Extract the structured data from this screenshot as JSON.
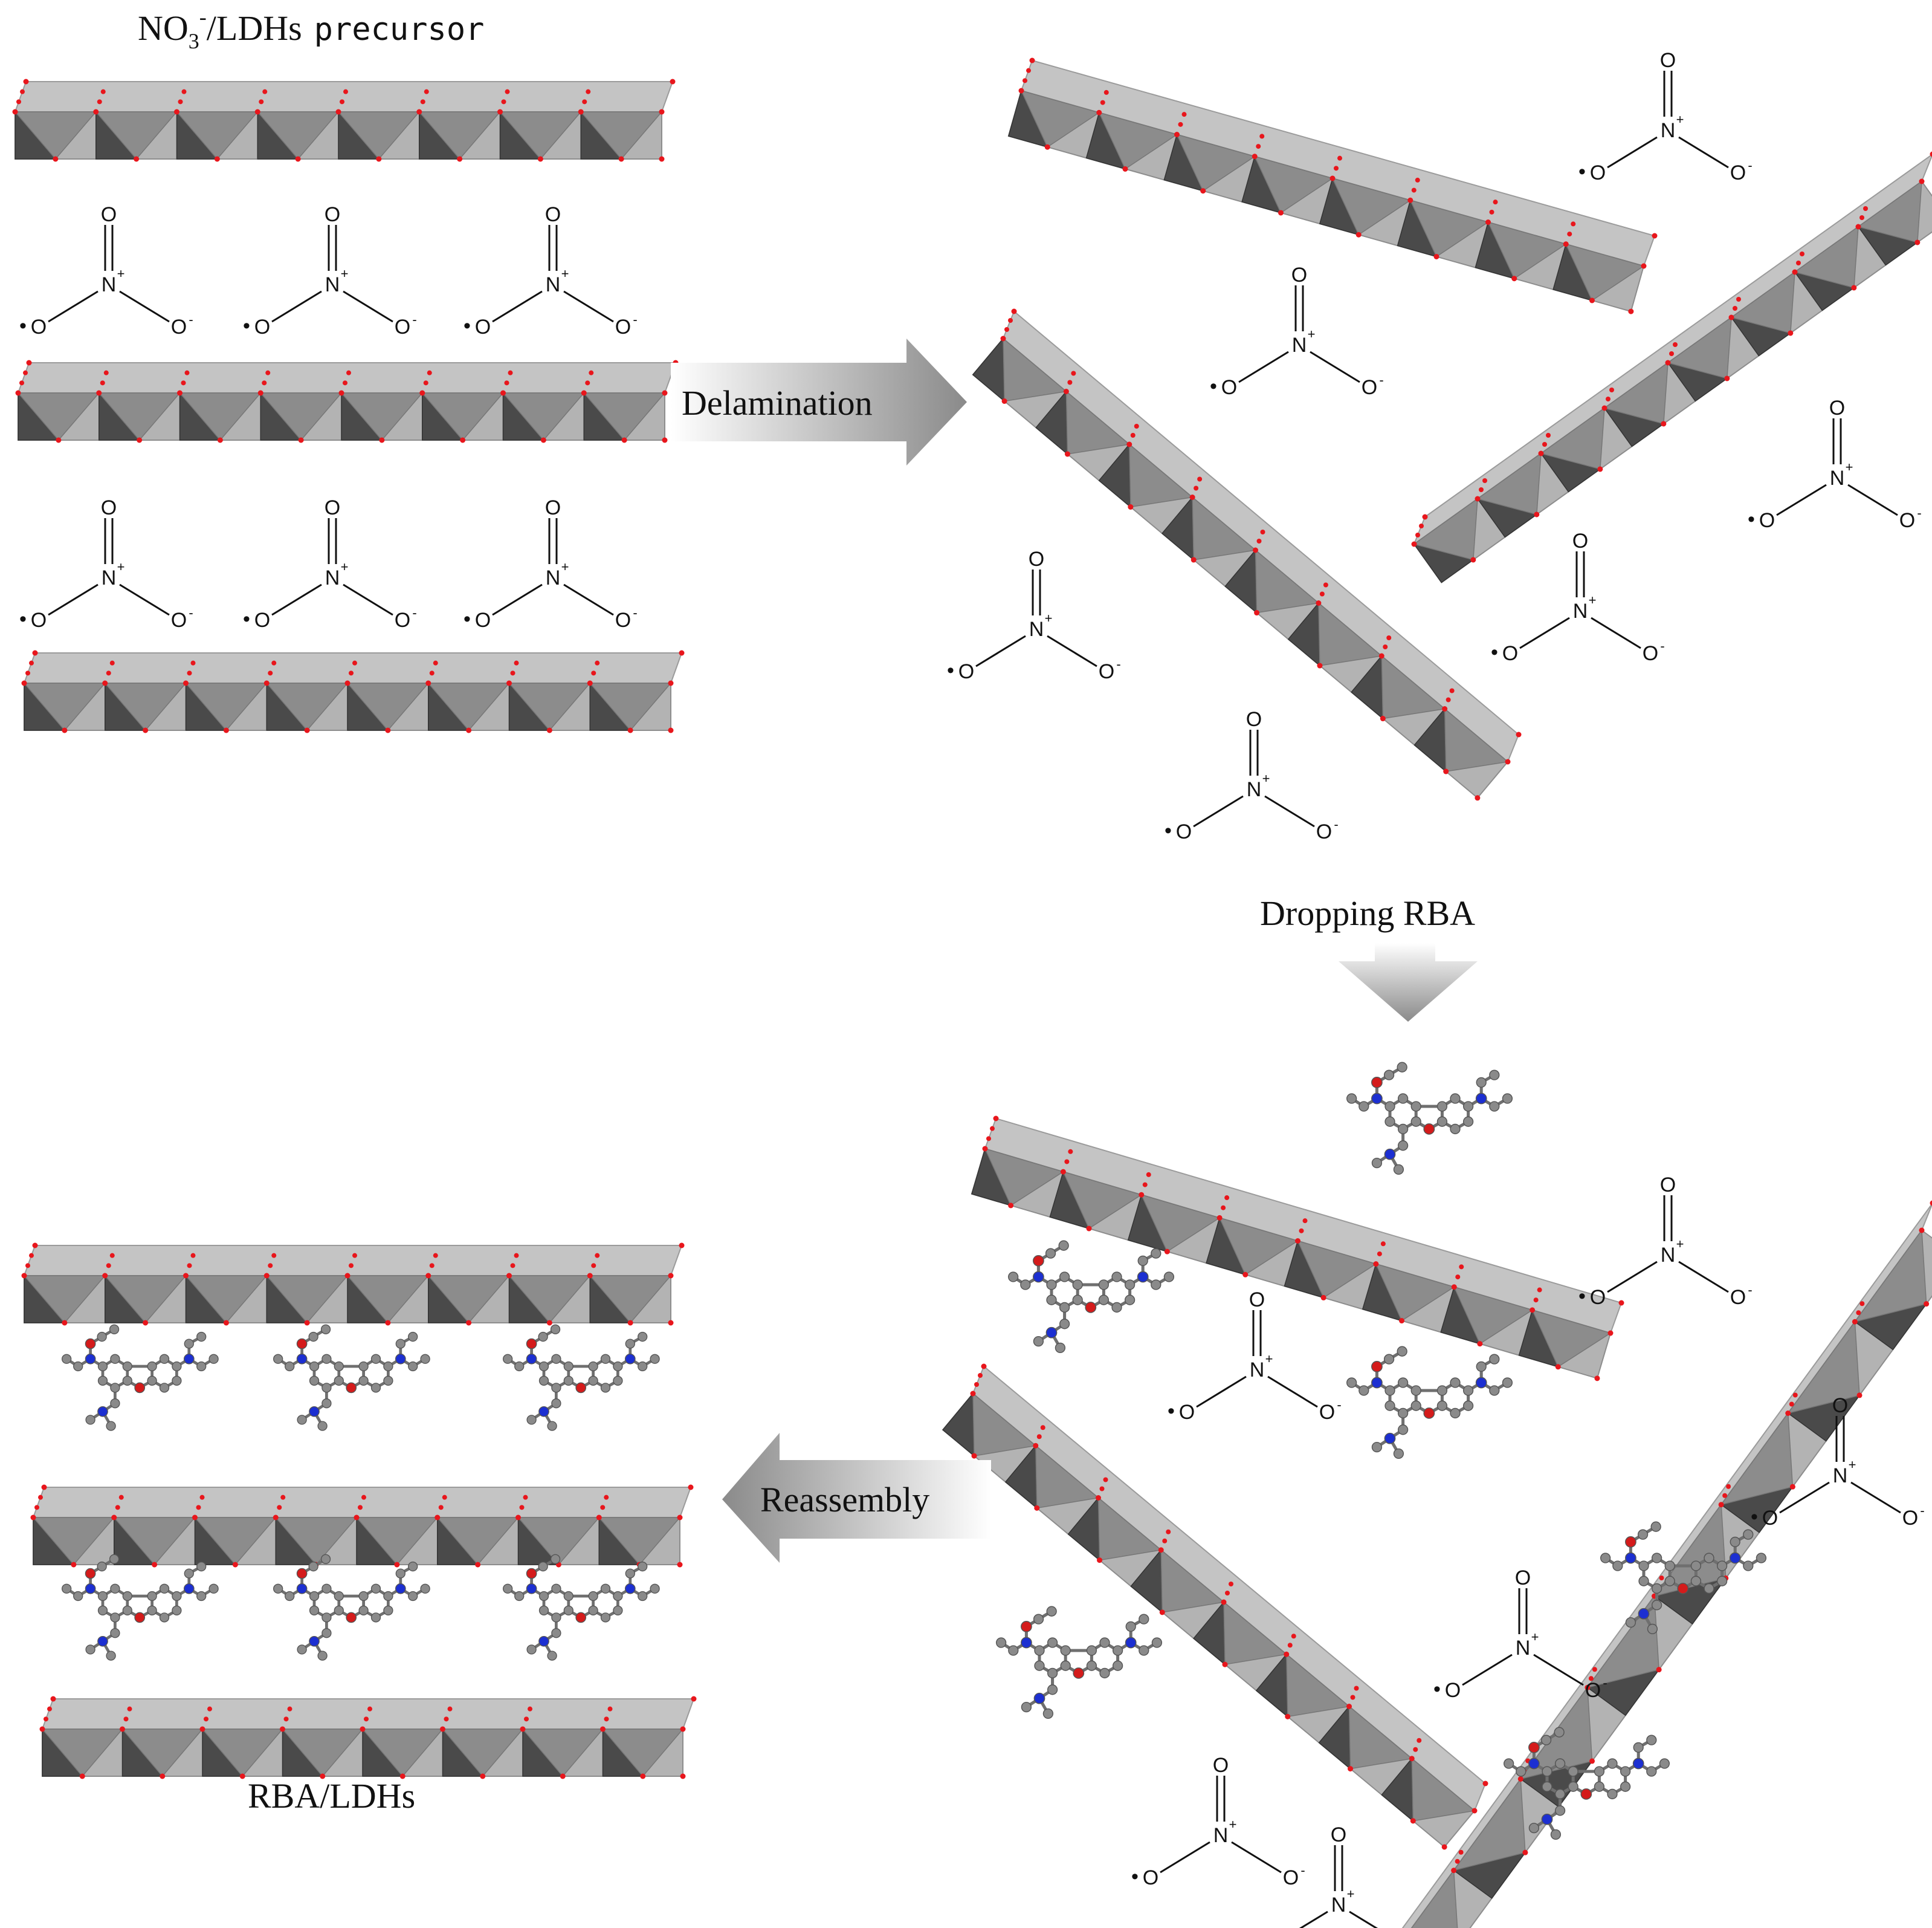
{
  "title": {
    "prefix": "NO",
    "subscript": "3",
    "superscript": "-",
    "suffix": "/LDHs",
    "word": "precursor"
  },
  "steps": {
    "delamination": "Delamination",
    "dropping": "Dropping RBA",
    "reassembly": "Reassembly"
  },
  "product_label": "RBA/LDHs",
  "nitrate": {
    "n": "N",
    "n_charge": "+",
    "o": "O",
    "o_charge": "-",
    "radical_dot": "•"
  },
  "colors": {
    "sheet_face": "#b3b3b3",
    "sheet_dark": "#4a4a4a",
    "sheet_mid": "#8c8c8c",
    "vertex_dot": "#e8161c",
    "arrow": "#9a9a9a",
    "atom_carbon": "#8a8a8a",
    "atom_nitrogen": "#1c2fd1",
    "atom_oxygen": "#d41b1b"
  }
}
